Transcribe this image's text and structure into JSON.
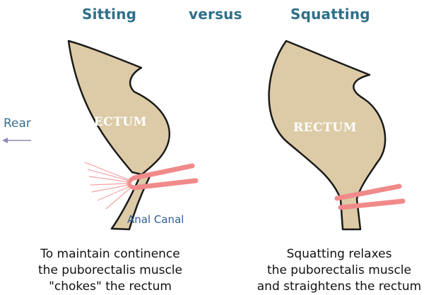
{
  "headings": {
    "sitting": "Sitting",
    "versus": "versus",
    "squatting": "Squatting"
  },
  "labels": {
    "rectum_sitting": "RECTUM",
    "rectum_squatting": "RECTUM",
    "rear": "Rear",
    "anal_canal": "Anal Canal"
  },
  "captions": {
    "sitting": [
      "To maintain continence",
      "the puborectalis muscle",
      "\"chokes\" the rectum"
    ],
    "squatting": [
      "Squatting relaxes",
      "the puborectalis muscle",
      "and straightens the rectum"
    ]
  },
  "colors": {
    "heading": "#2f6f8a",
    "rectum_fill": "#dccba6",
    "outline": "#1a1a1a",
    "muscle": "#f08a8a",
    "tension_lines": "#f3a3a3",
    "arrow": "#8a8ab5"
  }
}
